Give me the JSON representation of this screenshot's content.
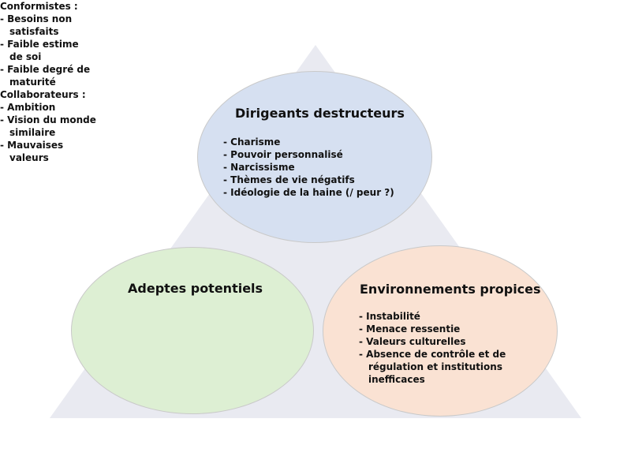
{
  "top": {
    "title": "Dirigeants destructeurs",
    "items": [
      "- Charisme",
      "- Pouvoir personnalisé",
      "- Narcissisme",
      "- Thèmes de vie négatifs",
      "- Idéologie de la haine (/ peur ?)"
    ]
  },
  "left": {
    "title": "Adeptes potentiels",
    "conformistes": {
      "heading": "Conformistes :",
      "items": [
        "- Besoins non satisfaits",
        "- Faible estime de soi",
        "- Faible degré de maturité"
      ]
    },
    "collaborateurs": {
      "heading": "Collaborateurs :",
      "items": [
        "- Ambition",
        "- Vision du monde similaire",
        "- Mauvaises valeurs"
      ]
    }
  },
  "right": {
    "title": "Environnements propices",
    "items": [
      "- Instabilité",
      "- Menace ressentie",
      "- Valeurs culturelles",
      "- Absence de contrôle et de régulation et institutions inefficaces"
    ]
  },
  "colors": {
    "triangle": "#e9eaf1",
    "top_ellipse": "#d6e0f1",
    "left_ellipse": "#ddefd3",
    "right_ellipse": "#fae2d3"
  }
}
